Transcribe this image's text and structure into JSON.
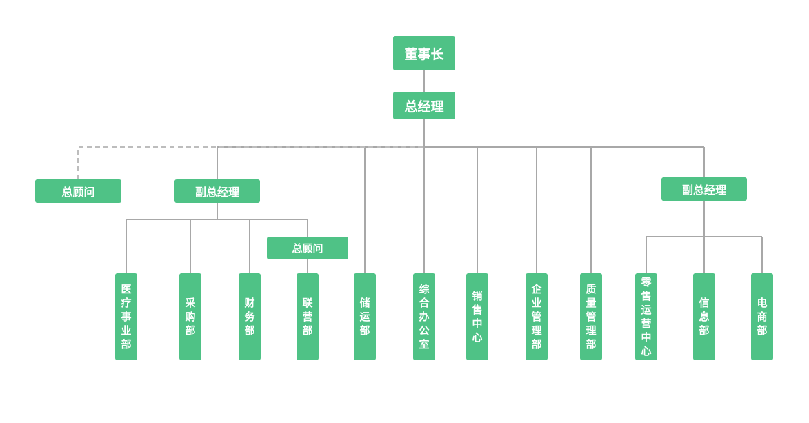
{
  "org_chart": {
    "chairman": "董事长",
    "general_manager": "总经理",
    "general_advisor_top": "总顾问",
    "deputy_gm_left": "副总经理",
    "deputy_gm_right": "副总经理",
    "general_advisor_mid": "总顾问",
    "departments": {
      "medical": "医疗事业部",
      "purchasing": "采购部",
      "finance": "财务部",
      "joint_operations": "联营部",
      "storage": "储运部",
      "general_office": "综合办公室",
      "sales_center": "销售中心",
      "enterprise_management": "企业管理部",
      "quality_management": "质量管理部",
      "retail_operations": "零售运营中心",
      "information": "信息部",
      "ecommerce": "电商部"
    }
  },
  "colors": {
    "node_fill": "#4fc286",
    "node_text": "#ffffff",
    "connector": "#a8a8a8"
  }
}
